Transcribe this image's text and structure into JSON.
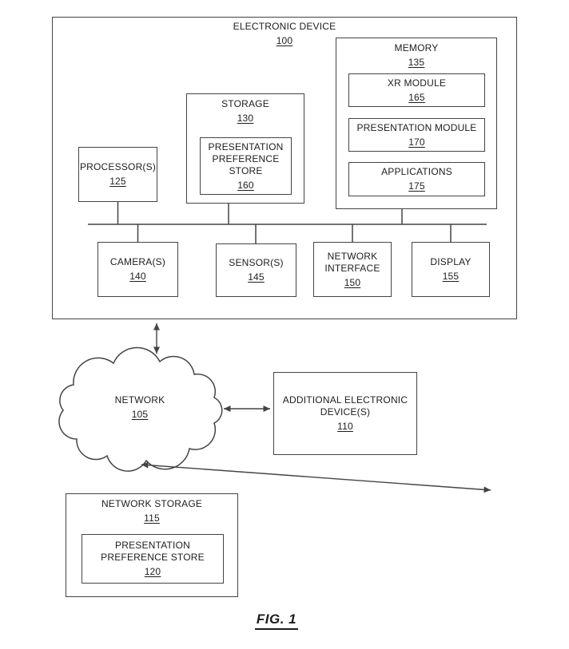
{
  "figure_caption": "FIG. 1",
  "colors": {
    "line": "#444444",
    "text": "#1d1d1d",
    "background": "#ffffff"
  },
  "nodes": {
    "electronic_device": {
      "label": "ELECTRONIC DEVICE",
      "ref": "100"
    },
    "processor": {
      "label": "PROCESSOR(S)",
      "ref": "125"
    },
    "storage": {
      "label": "STORAGE",
      "ref": "130"
    },
    "presentation_preference_store_device": {
      "label": "PRESENTATION PREFERENCE STORE",
      "ref": "160"
    },
    "memory": {
      "label": "MEMORY",
      "ref": "135"
    },
    "xr_module": {
      "label": "XR MODULE",
      "ref": "165"
    },
    "presentation_module": {
      "label": "PRESENTATION MODULE",
      "ref": "170"
    },
    "applications": {
      "label": "APPLICATIONS",
      "ref": "175"
    },
    "camera": {
      "label": "CAMERA(S)",
      "ref": "140"
    },
    "sensor": {
      "label": "SENSOR(S)",
      "ref": "145"
    },
    "network_interface": {
      "label": "NETWORK INTERFACE",
      "ref": "150"
    },
    "display": {
      "label": "DISPLAY",
      "ref": "155"
    },
    "network": {
      "label": "NETWORK",
      "ref": "105"
    },
    "additional_electronic_device": {
      "label": "ADDITIONAL ELECTRONIC DEVICE(S)",
      "ref": "110"
    },
    "network_storage": {
      "label": "NETWORK STORAGE",
      "ref": "115"
    },
    "presentation_preference_store_network": {
      "label": "PRESENTATION PREFERENCE STORE",
      "ref": "120"
    }
  },
  "edges": [
    {
      "from": "electronic_device",
      "to": "network",
      "type": "bidirectional-arrow"
    },
    {
      "from": "network",
      "to": "additional_electronic_device",
      "type": "bidirectional-arrow"
    },
    {
      "from": "network",
      "to": "network_storage",
      "type": "bidirectional-arrow"
    }
  ]
}
